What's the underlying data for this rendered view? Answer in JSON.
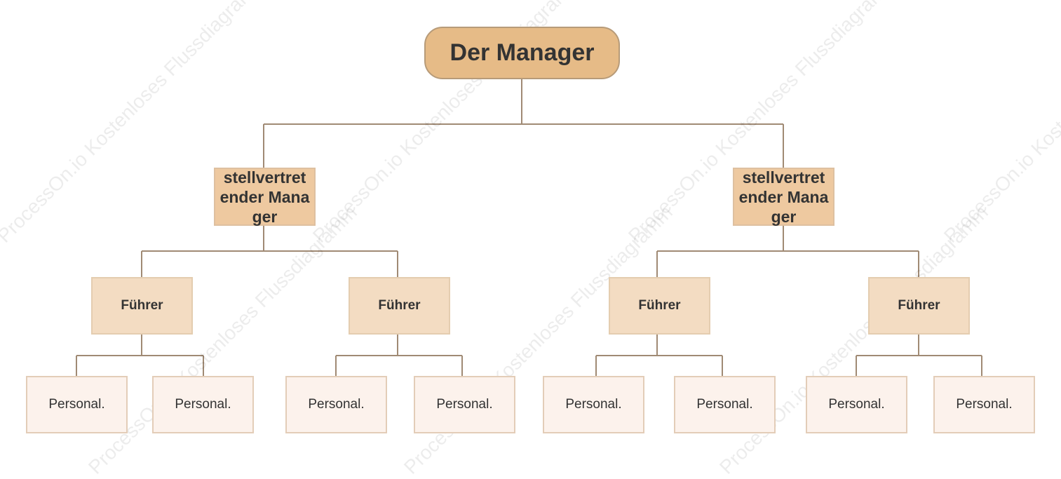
{
  "colors": {
    "connector": "#a08a74",
    "root_fill": "#e6bb87",
    "deputy_fill": "#eec9a0",
    "leader_fill": "#f3dcc2",
    "staff_fill": "#fcf2ec"
  },
  "watermark": "ProcessOn.io Kostenloses Flussdiagramm",
  "root": {
    "label": "Der Manager"
  },
  "deputies": [
    {
      "label": "stellvertretender Manager",
      "leaders": [
        {
          "label": "Führer",
          "staff": [
            "Personal.",
            "Personal."
          ]
        },
        {
          "label": "Führer",
          "staff": [
            "Personal.",
            "Personal."
          ]
        }
      ]
    },
    {
      "label": "stellvertretender Manager",
      "leaders": [
        {
          "label": "Führer",
          "staff": [
            "Personal.",
            "Personal."
          ]
        },
        {
          "label": "Führer",
          "staff": [
            "Personal.",
            "Personal."
          ]
        }
      ]
    }
  ]
}
